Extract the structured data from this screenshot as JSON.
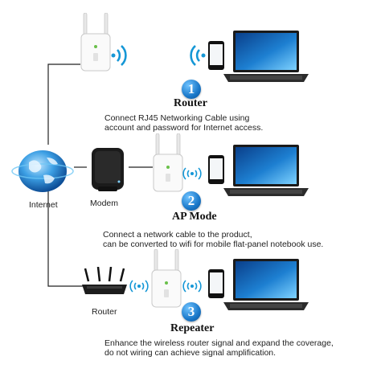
{
  "internet": {
    "label": "Internet"
  },
  "modem": {
    "label": "Modem"
  },
  "router_device": {
    "label": "Router"
  },
  "modes": [
    {
      "number": "1",
      "title": "Router",
      "description_line1": "Connect RJ45 Networking Cable using",
      "description_line2": "account and password  for Internet access."
    },
    {
      "number": "2",
      "title": "AP Mode",
      "description_line1": "Connect a network cable to the product,",
      "description_line2": "can be converted to wifi for mobile flat-panel notebook use."
    },
    {
      "number": "3",
      "title": "Repeater",
      "description_line1": "Enhance the wireless router signal and expand the coverage,",
      "description_line2": "do not wiring can achieve signal amplification."
    }
  ],
  "colors": {
    "accent": "#1a78c9",
    "wire": "#222222",
    "wifi": "#1597d6"
  }
}
